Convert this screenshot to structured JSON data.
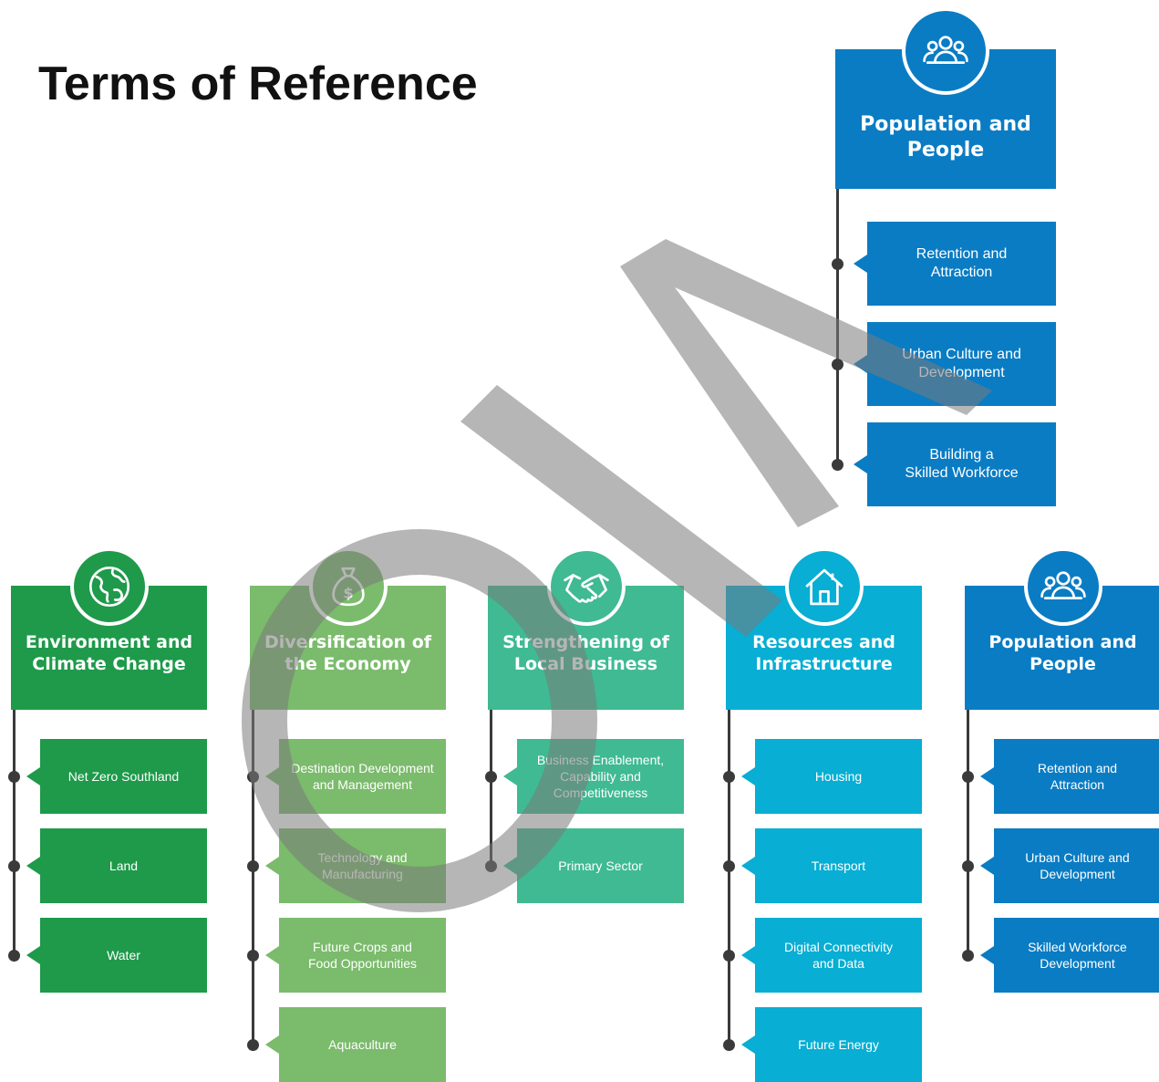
{
  "title": "Terms of Reference",
  "top_column": {
    "header": "Population and\nPeople",
    "color": "#0a7cc3",
    "icon": "people-group-icon",
    "items": [
      "Retention and\nAttraction",
      "Urban Culture and\nDevelopment",
      "Building a\nSkilled Workforce"
    ]
  },
  "columns": [
    {
      "header": "Environment and\nClimate Change",
      "color": "#1e9a4a",
      "icon": "globe-icon",
      "items": [
        "Net Zero Southland",
        "Land",
        "Water"
      ]
    },
    {
      "header": "Diversification of\nthe Economy",
      "color": "#7bbb6c",
      "icon": "money-bag-icon",
      "items": [
        "Destination Development\nand Management",
        "Technology and\nManufacturing",
        "Future Crops and\nFood Opportunities",
        "Aquaculture"
      ]
    },
    {
      "header": "Strengthening of\nLocal Business",
      "color": "#3fba92",
      "icon": "handshake-icon",
      "items": [
        "Business Enablement,\nCapability and\nCompetitiveness",
        "Primary Sector"
      ]
    },
    {
      "header": "Resources and\nInfrastructure",
      "color": "#08aed3",
      "icon": "house-icon",
      "items": [
        "Housing",
        "Transport",
        "Digital Connectivity\nand Data",
        "Future Energy"
      ]
    },
    {
      "header": "Population and\nPeople",
      "color": "#0a7cc3",
      "icon": "people-group-icon",
      "items": [
        "Retention and\nAttraction",
        "Urban Culture and\nDevelopment",
        "Skilled Workforce\nDevelopment"
      ]
    }
  ],
  "watermark": "OIA"
}
